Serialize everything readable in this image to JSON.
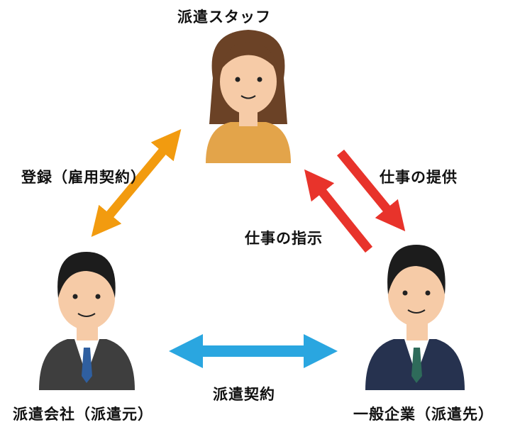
{
  "nodes": {
    "staff": "派遣スタッフ",
    "agency": "派遣会社（派遣元）",
    "client": "一般企業（派遣先）"
  },
  "edges": {
    "registration": "登録（雇用契約）",
    "work_provision": "仕事の提供",
    "work_instruction": "仕事の指示",
    "dispatch_contract": "派遣契約"
  },
  "colors": {
    "orange_arrow": "#F29B0F",
    "red_arrow": "#E8332B",
    "blue_arrow": "#2AA6E0"
  }
}
